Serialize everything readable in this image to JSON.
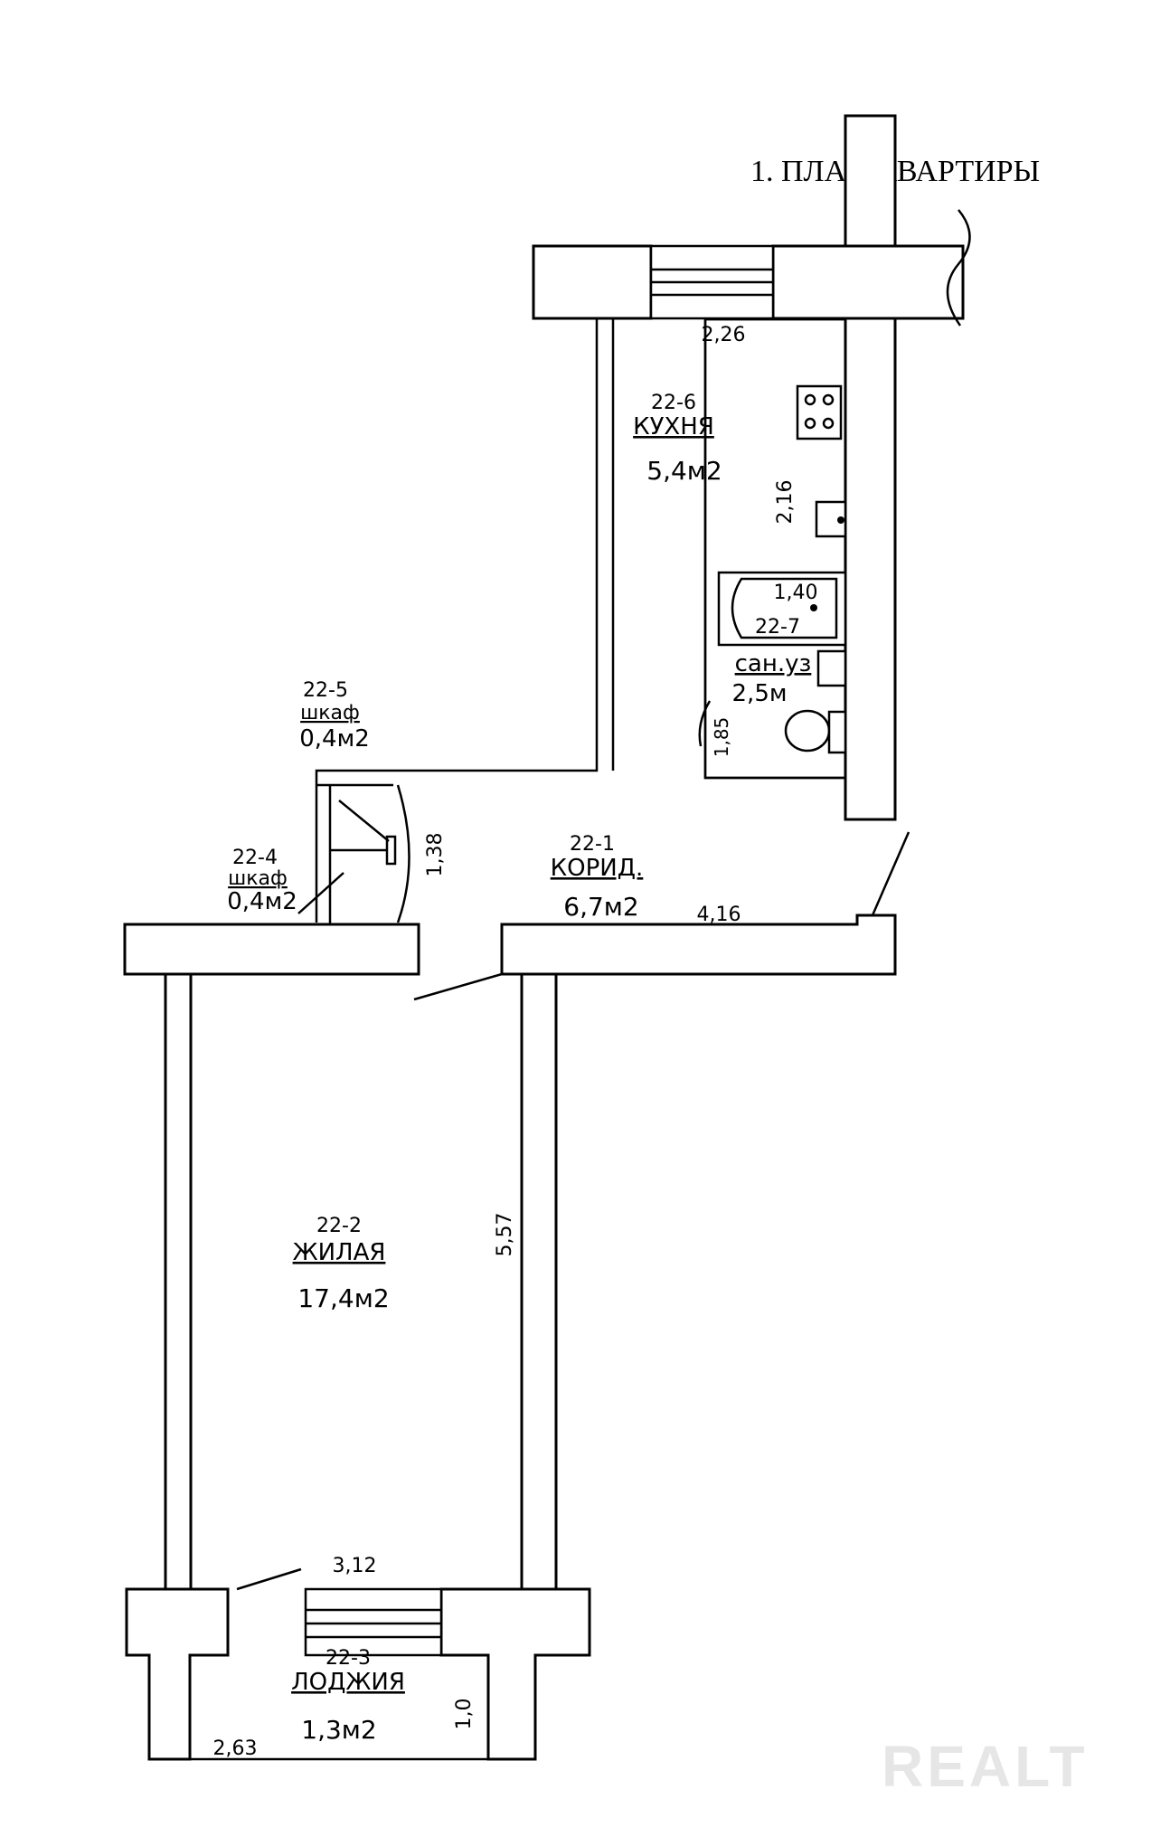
{
  "title": "1. ПЛАН КВАРТИРЫ",
  "watermark": "REALT",
  "rooms": {
    "kitchen": {
      "id": "22-6",
      "name": "КУХНЯ",
      "area": "5,4м2"
    },
    "bathroom": {
      "id": "22-7",
      "name": "сан.уз",
      "area": "2,5м"
    },
    "closet5": {
      "id": "22-5",
      "name": "шкаф",
      "area": "0,4м2"
    },
    "closet4": {
      "id": "22-4",
      "name": "шкаф",
      "area": "0,4м2"
    },
    "corridor": {
      "id": "22-1",
      "name": "КОРИД.",
      "area": "6,7м2"
    },
    "living": {
      "id": "22-2",
      "name": "ЖИЛАЯ",
      "area": "17,4м2"
    },
    "loggia": {
      "id": "22-3",
      "name": "ЛОДЖИЯ",
      "area": "1,3м2"
    }
  },
  "dimensions": {
    "kitchen_width": "2,26",
    "kitchen_depth": "2,16",
    "bath_width": "1,40",
    "bath_depth": "1,85",
    "closet_depth": "1,38",
    "corridor_length": "4,16",
    "living_length": "5,57",
    "living_width": "3,12",
    "loggia_width": "2,63",
    "loggia_depth": "1,0"
  }
}
